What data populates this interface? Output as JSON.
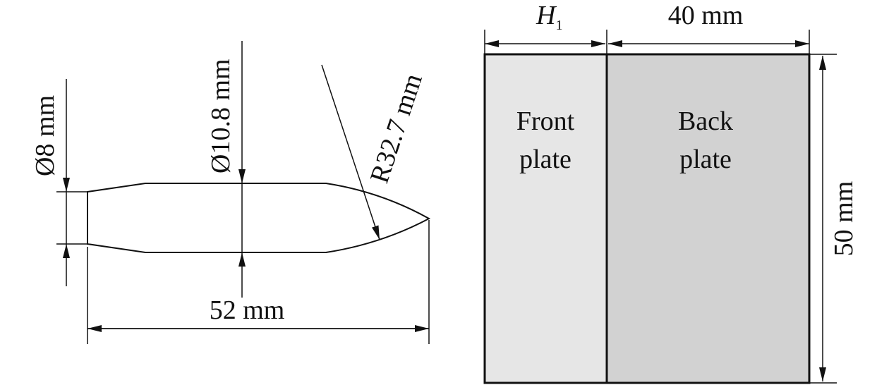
{
  "projectile": {
    "tail_diameter_label": "Ø8 mm",
    "body_diameter_label": "Ø10.8 mm",
    "nose_radius_label": "R32.7 mm",
    "length_label": "52 mm"
  },
  "plates": {
    "front_thickness_symbol": "H",
    "front_thickness_subscript": "1",
    "back_thickness_label": "40 mm",
    "height_label": "50 mm",
    "front_plate_line1": "Front",
    "front_plate_line2": "plate",
    "back_plate_line1": "Back",
    "back_plate_line2": "plate",
    "front_fill": "#e6e6e6",
    "back_fill": "#d2d2d2"
  }
}
